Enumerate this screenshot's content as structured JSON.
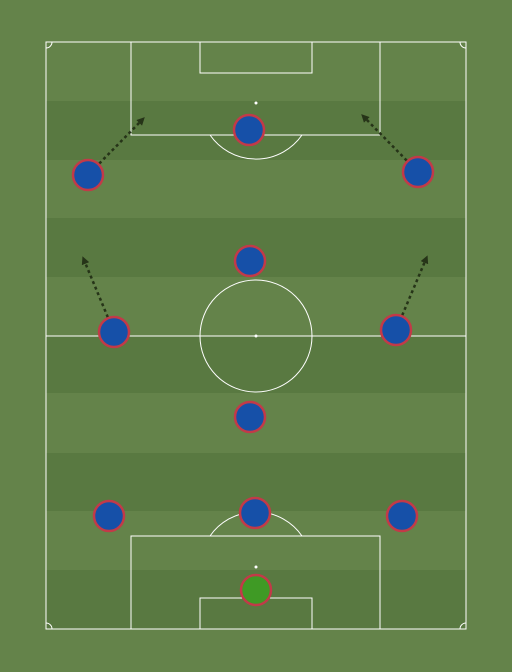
{
  "colors": {
    "grass": "#64834a",
    "stripe_dark": "#597941",
    "line": "#ffffff",
    "player_fill": "#1650a8",
    "player_ring": "#c23a48",
    "keeper_fill": "#3f9a25",
    "keeper_ring": "#c23a48",
    "arrow": "#263418"
  },
  "team": {
    "formation_rows": 5,
    "goalkeeper": {
      "role": "goalkeeper"
    },
    "outfield": [
      {
        "role": "left-back"
      },
      {
        "role": "centre-back"
      },
      {
        "role": "right-back"
      },
      {
        "role": "defensive-midfielder"
      },
      {
        "role": "left-midfielder"
      },
      {
        "role": "right-midfielder"
      },
      {
        "role": "attacking-midfielder"
      },
      {
        "role": "left-forward"
      },
      {
        "role": "striker"
      },
      {
        "role": "right-forward"
      }
    ],
    "movement_arrows": [
      {
        "from": "left-forward",
        "direction": "up-right"
      },
      {
        "from": "right-forward",
        "direction": "up-left"
      },
      {
        "from": "left-midfielder",
        "direction": "up-left"
      },
      {
        "from": "right-midfielder",
        "direction": "up-right"
      }
    ]
  }
}
